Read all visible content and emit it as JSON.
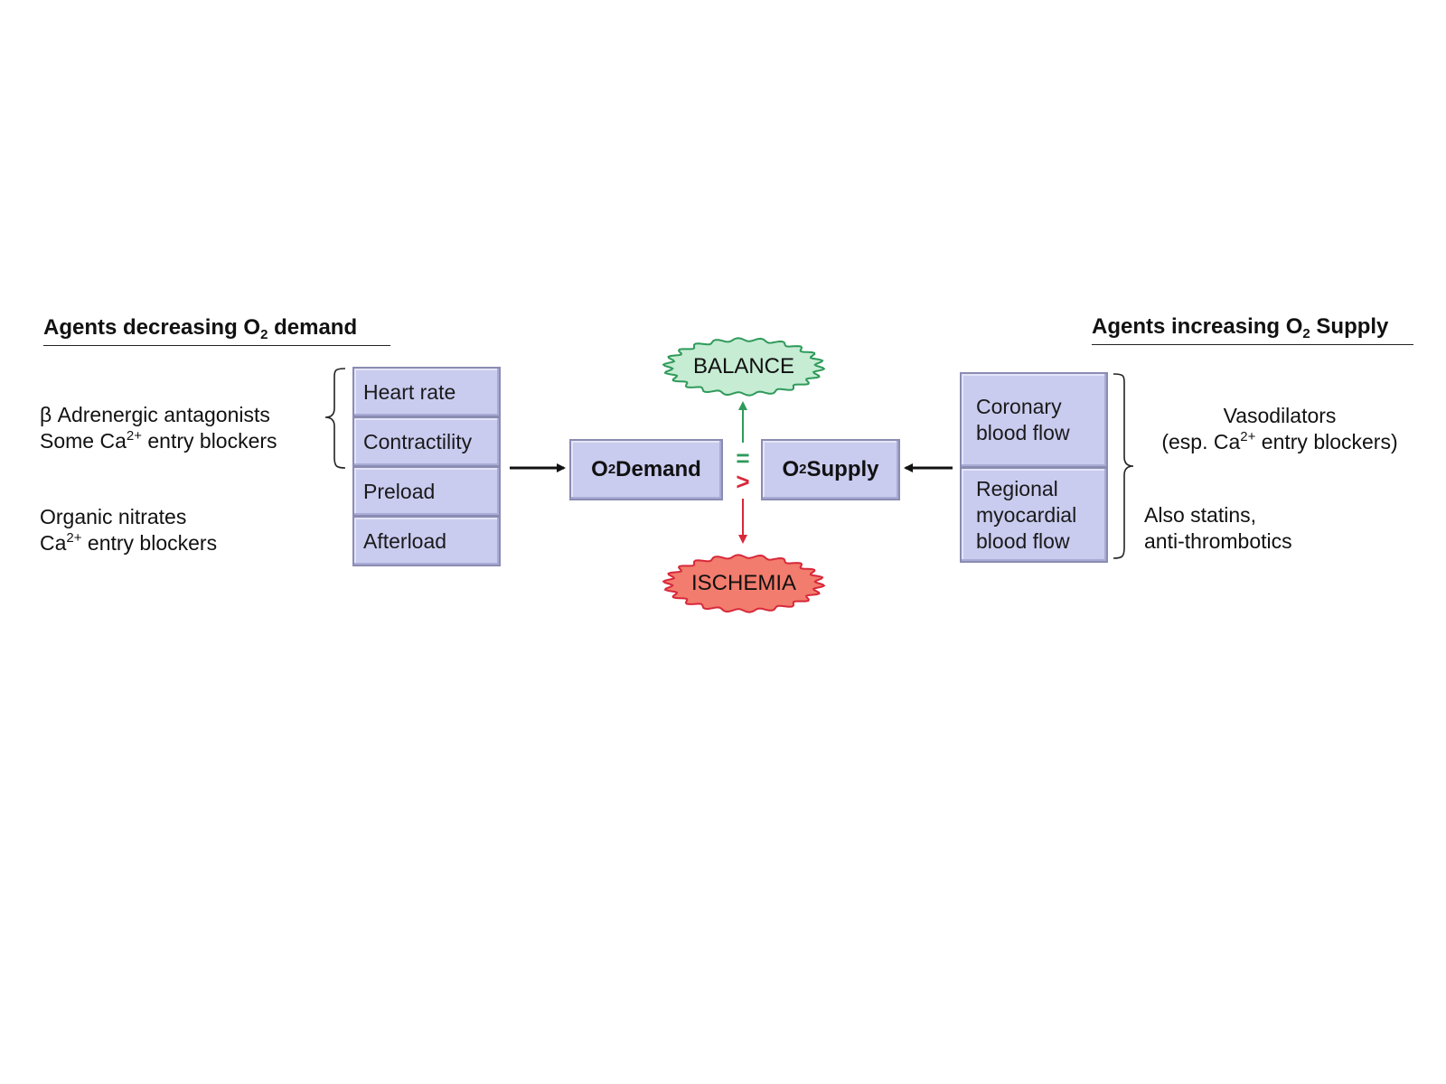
{
  "left": {
    "heading": {
      "pre": "Agents decreasing O",
      "sub": "2",
      "post": " demand"
    },
    "group1": {
      "line1": "β Adrenergic antagonists",
      "line2_pre": "Some Ca",
      "line2_sup": "2+",
      "line2_post": " entry blockers"
    },
    "group2": {
      "line1": "Organic nitrates",
      "line2_pre": "Ca",
      "line2_sup": "2+",
      "line2_post": " entry blockers"
    },
    "factors": [
      "Heart rate",
      "Contractility",
      "Preload",
      "Afterload"
    ]
  },
  "center": {
    "demand": {
      "pre": "O",
      "sub": "2",
      "post": " Demand"
    },
    "supply": {
      "pre": "O",
      "sub": "2",
      "post": " Supply"
    },
    "balance": "BALANCE",
    "ischemia": "ISCHEMIA",
    "equals": "=",
    "greater": ">"
  },
  "right": {
    "heading": {
      "pre": "Agents increasing O",
      "sub": "2",
      "post": " Supply"
    },
    "factors": [
      "Coronary\nblood flow",
      "Regional\nmyocardial\nblood flow"
    ],
    "group1": {
      "line1": "Vasodilators",
      "line2_pre": "(esp. Ca",
      "line2_sup": "2+",
      "line2_post": " entry blockers)"
    },
    "group2": {
      "line1": "Also statins,",
      "line2": "anti-thrombotics"
    }
  },
  "colors": {
    "box_fill": "#c9cbef",
    "balance_fill": "#c6ecd3",
    "balance_stroke": "#2f9a5a",
    "ischemia_fill": "#f27c6d",
    "ischemia_stroke": "#d8283a",
    "arrow_up": "#2f9a5a",
    "arrow_down": "#d8283a"
  }
}
